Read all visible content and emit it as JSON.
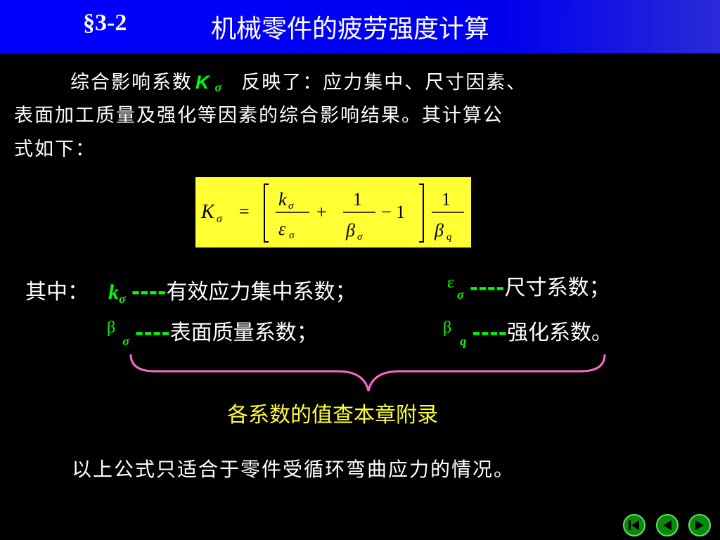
{
  "header": {
    "section": "§3-2",
    "title": "机械零件的疲劳强度计算"
  },
  "intro": {
    "lead": "综合影响系数",
    "symbol_k": "K",
    "symbol_sub": "σ",
    "line1_rest": "反映了：应力集中、尺寸因素、",
    "line2": "表面加工质量及强化等因素的综合影响结果。其计算公",
    "line3": "式如下："
  },
  "formula": {
    "lhs": "K",
    "lhs_sub": "σ",
    "equals": "=",
    "num1": "k",
    "num1_sub": "σ",
    "den1": "ε",
    "den1_sub": "σ",
    "plus": "+",
    "one": "1",
    "den2": "β",
    "den2_sub": "σ",
    "minus_one": "− 1",
    "outer_num": "1",
    "outer_den": "β",
    "outer_den_sub": "q"
  },
  "definitions": {
    "lead": "其中：",
    "items": [
      {
        "sym": "k",
        "sub": "σ",
        "dash": "----",
        "text": "有效应力集中系数；"
      },
      {
        "sym": "ε",
        "sub": "σ",
        "dash": "----",
        "text": "尺寸系数；"
      },
      {
        "sym": "β",
        "sub": "σ",
        "dash": "----",
        "text": "表面质量系数；"
      },
      {
        "sym": "β",
        "sub": "q",
        "dash": "----",
        "text": "强化系数。"
      }
    ]
  },
  "appendix_note": "各系数的值查本章附录",
  "applicability_note": "以上公式只适合于零件受循环弯曲应力的情况。",
  "colors": {
    "header_bg": "#0000ff",
    "formula_bg": "#ffff33",
    "symbol_green": "#00ff00",
    "brace": "#ff66cc",
    "note_yellow": "#ffff33"
  },
  "nav": {
    "first": "first-slide-icon",
    "prev": "previous-slide-icon",
    "next": "next-slide-icon"
  }
}
